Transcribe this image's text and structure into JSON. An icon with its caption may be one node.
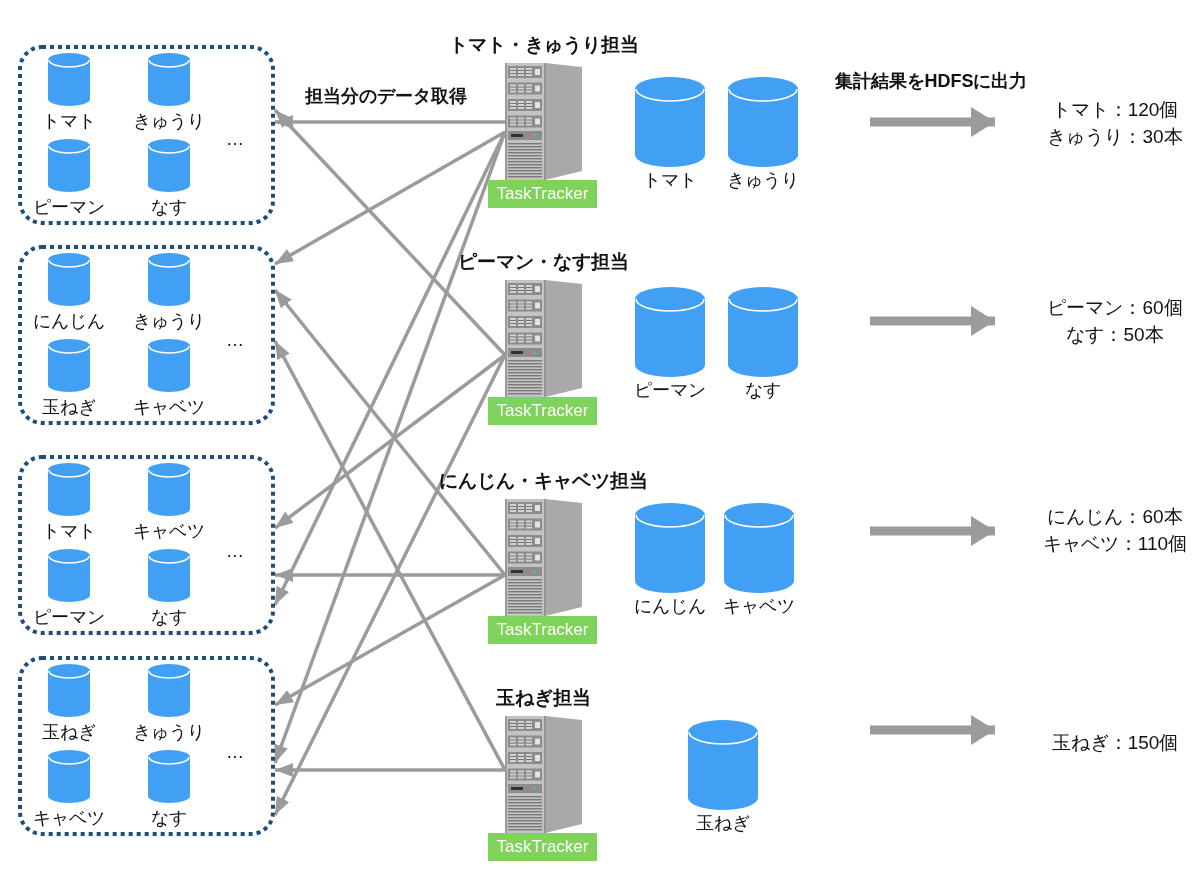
{
  "diagram": {
    "nodes": [
      {
        "text": [
          "…"
        ]
      },
      {
        "text": [
          "トマト"
        ],
        "in": 0
      },
      {
        "text": [
          "きゅうり"
        ],
        "in": 0
      },
      {
        "text": [
          "ピーマン"
        ],
        "in": 0
      },
      {
        "text": [
          "なす"
        ],
        "in": 0
      },
      {
        "text": [
          "…"
        ]
      },
      {
        "text": [
          "にんじん"
        ],
        "in": 5
      },
      {
        "text": [
          "きゅうり"
        ],
        "in": 5
      },
      {
        "text": [
          "玉ねぎ"
        ],
        "in": 5
      },
      {
        "text": [
          "キャベツ"
        ],
        "in": 5
      },
      {
        "text": [
          "…"
        ]
      },
      {
        "text": [
          "トマト"
        ],
        "in": 10
      },
      {
        "text": [
          "キャベツ"
        ],
        "in": 10
      },
      {
        "text": [
          "ピーマン"
        ],
        "in": 10
      },
      {
        "text": [
          "なす"
        ],
        "in": 10
      },
      {
        "text": [
          "…"
        ]
      },
      {
        "text": [
          "玉ねぎ"
        ],
        "in": 15
      },
      {
        "text": [
          "きゅうり"
        ],
        "in": 15
      },
      {
        "text": [
          "キャベツ"
        ],
        "in": 15
      },
      {
        "text": [
          "なす"
        ],
        "in": 15
      },
      {
        "text": [
          "トマト・きゅうり担当"
        ]
      },
      {
        "text": [
          "TaskTracker"
        ]
      },
      {
        "text": [
          "トマト"
        ]
      },
      {
        "text": [
          "きゅうり"
        ]
      },
      {
        "text": [
          "トマト：120個",
          "きゅうり：30本"
        ]
      },
      {
        "text": [
          "ピーマン・なす担当"
        ]
      },
      {
        "text": [
          "TaskTracker"
        ]
      },
      {
        "text": [
          "ピーマン"
        ]
      },
      {
        "text": [
          "なす"
        ]
      },
      {
        "text": [
          "ピーマン：60個",
          "なす：50本"
        ]
      },
      {
        "text": [
          "にんじん・キャベツ担当"
        ]
      },
      {
        "text": [
          "TaskTracker"
        ]
      },
      {
        "text": [
          "にんじん"
        ]
      },
      {
        "text": [
          "キャベツ"
        ]
      },
      {
        "text": [
          "にんじん：60本",
          "キャベツ：110個"
        ]
      },
      {
        "text": [
          "玉ねぎ担当"
        ]
      },
      {
        "text": [
          "TaskTracker"
        ]
      },
      {
        "text": [
          "玉ねぎ"
        ]
      },
      {
        "text": [
          "玉ねぎ：150個"
        ]
      }
    ],
    "edges": [
      {
        "from": 20,
        "to": 0,
        "arrow": "to",
        "label": "担当分のデータ取得"
      },
      {
        "from": 20,
        "to": 5,
        "arrow": "to"
      },
      {
        "from": 20,
        "to": 10,
        "arrow": "to"
      },
      {
        "from": 20,
        "to": 15,
        "arrow": "to"
      },
      {
        "from": 25,
        "to": 0,
        "arrow": "to"
      },
      {
        "from": 25,
        "to": 10,
        "arrow": "to"
      },
      {
        "from": 25,
        "to": 15,
        "arrow": "to"
      },
      {
        "from": 30,
        "to": 5,
        "arrow": "to"
      },
      {
        "from": 30,
        "to": 10,
        "arrow": "to"
      },
      {
        "from": 30,
        "to": 15,
        "arrow": "to"
      },
      {
        "from": 35,
        "to": 5,
        "arrow": "to"
      },
      {
        "from": 35,
        "to": 15,
        "arrow": "to"
      },
      {
        "from": null,
        "to": 24,
        "arrow": "to",
        "style": "thick",
        "label": "集計結果をHDFSに出力"
      },
      {
        "from": null,
        "to": 29,
        "arrow": "to",
        "style": "thick"
      },
      {
        "from": null,
        "to": 34,
        "arrow": "to",
        "style": "thick"
      },
      {
        "from": null,
        "to": 38,
        "arrow": "to",
        "style": "thick"
      }
    ]
  }
}
